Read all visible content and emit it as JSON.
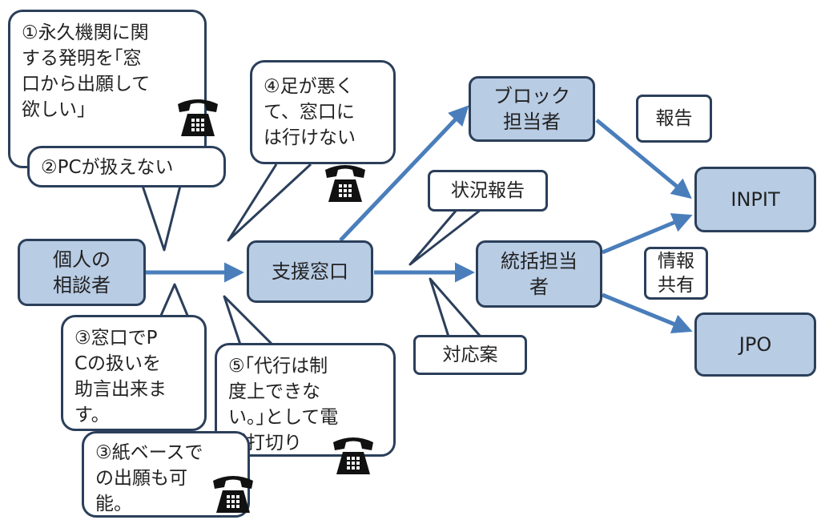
{
  "nodes": {
    "consultant": "個人の\n相談者",
    "support_desk": "支援窓口",
    "block_manager": "ブロック\n担当者",
    "general_manager": "統括担当\n者",
    "inpit": "INPIT",
    "jpo": "JPO"
  },
  "labels": {
    "report": "報告",
    "status_report": "状況報告",
    "info_share": "情報\n共有",
    "countermeasure": "対応案"
  },
  "bubbles": {
    "b1": "①永久機関に関\nする発明を｢窓\n口から出願して\n欲しい」",
    "b2": "②PCが扱えない",
    "b3a": "③窓口でP\nCの扱いを\n助言出来ま\nす。",
    "b3b": "③紙ベースで\nの出願も可\n能。",
    "b4": "④足が悪く\nて、窓口に\nは行けない",
    "b5": "⑤｢代行は制\n度上できな\nい。｣として電\n話打切り"
  },
  "icons": {
    "phone": "telephone-icon"
  },
  "colors": {
    "node_fill": "#b8cce4",
    "outline": "#2b3f5a",
    "arrow": "#4a7ebb"
  }
}
